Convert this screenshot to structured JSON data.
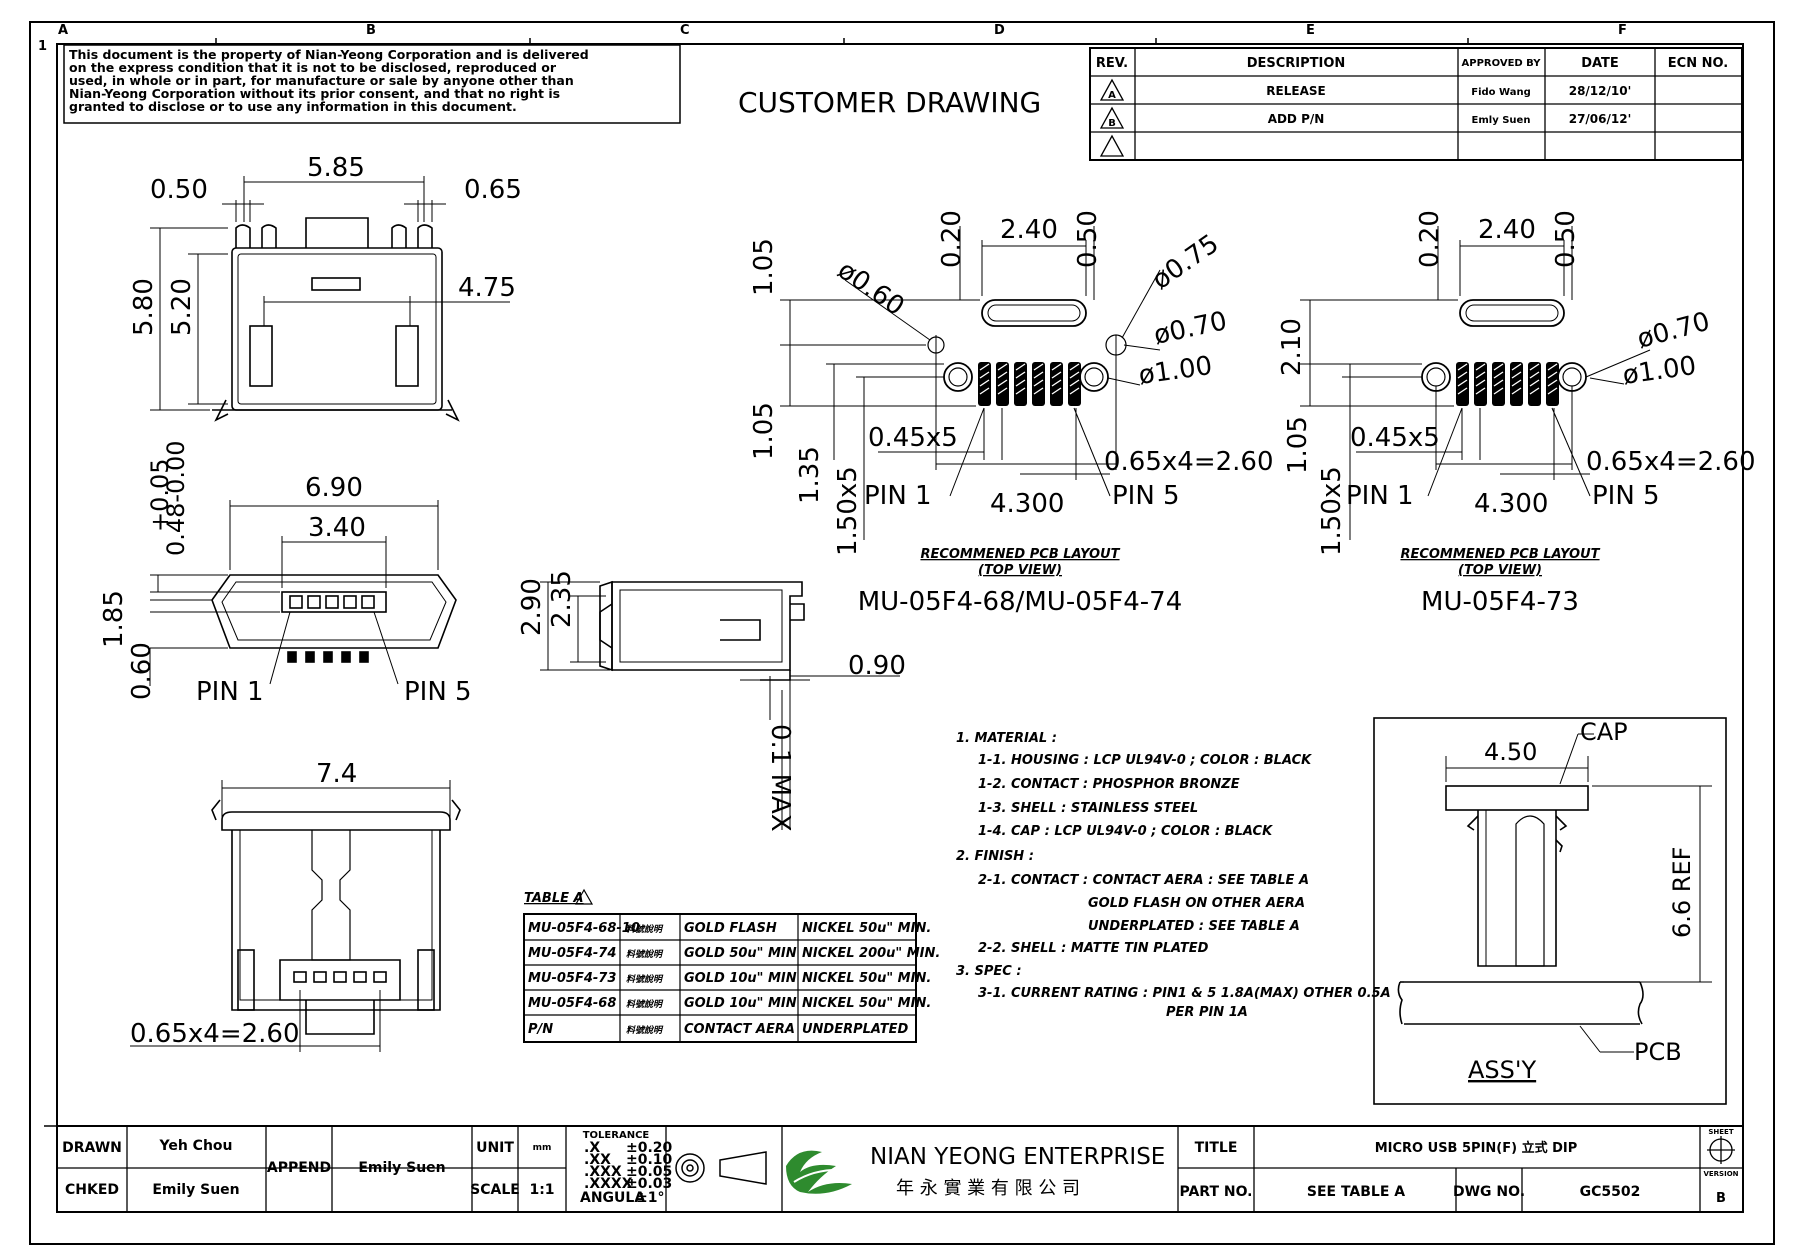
{
  "border": {
    "top_zones": [
      "A",
      "B",
      "C",
      "D",
      "E",
      "F"
    ],
    "left_zone": "1"
  },
  "disclaimer": [
    "This document is the property of Nian-Yeong Corporation and is delivered",
    "on  the  express condition that it is not to be disclosed, reproduced or",
    "used, in whole or in part, for manufacture or sale by anyone other than",
    "Nian-Yeong Corporation without  its prior consent, and that  no right  is",
    "granted to disclose or to use any information in this  document."
  ],
  "drawing_title": "CUSTOMER  DRAWING",
  "revision_table": {
    "headers": [
      "REV.",
      "DESCRIPTION",
      "APPROVED BY",
      "DATE",
      "ECN NO."
    ],
    "rows": [
      {
        "rev": "A",
        "description": "RELEASE",
        "approved": "Fido Wang",
        "date": "28/12/10'",
        "ecn": ""
      },
      {
        "rev": "B",
        "description": "ADD P/N",
        "approved": "Emly Suen",
        "date": "27/06/12'",
        "ecn": ""
      },
      {
        "rev": "",
        "description": "",
        "approved": "",
        "date": "",
        "ecn": ""
      }
    ]
  },
  "top_view": {
    "dim_width": "5.85",
    "dim_left": "0.50",
    "dim_right": "0.65",
    "dim_height_outer": "5.80",
    "dim_height_inner": "5.20",
    "dim_inner_width": "4.75"
  },
  "front_view": {
    "dim_tol": "+0.05",
    "dim_tol2": "0.48-0.00",
    "dim_outer": "6.90",
    "dim_inner": "3.40",
    "dim_height": "1.85",
    "dim_bottom": "0.60",
    "pin1": "PIN 1",
    "pin5": "PIN 5"
  },
  "side_view": {
    "dim_h1": "2.90",
    "dim_h2": "2.35",
    "dim_w": "0.90",
    "dim_max": "0.1 MAX"
  },
  "bottom_view": {
    "dim_width": "7.4",
    "dim_pitch": "0.65x4=2.60"
  },
  "pcb_layout_1": {
    "dims": {
      "top_v": "1.05",
      "hole_small": "ø0.60",
      "slot_left": "0.20",
      "slot_width": "2.40",
      "slot_right": "0.50",
      "hole_075": "ø0.75",
      "hole_070": "ø0.70",
      "hole_100": "ø1.00",
      "pad_width": "0.45x5",
      "bottom_v": "1.05",
      "v135": "1.35",
      "v150": "1.50x5",
      "pitch": "0.65x4=2.60",
      "span": "4.300"
    },
    "pin1": "PIN 1",
    "pin5": "PIN 5",
    "caption": "RECOMMENED PCB LAYOUT",
    "caption_sub": "(TOP VIEW)",
    "part": "MU-05F4-68/MU-05F4-74"
  },
  "pcb_layout_2": {
    "dims": {
      "slot_left": "0.20",
      "slot_width": "2.40",
      "slot_right": "0.50",
      "v210": "2.10",
      "hole_070": "ø0.70",
      "hole_100": "ø1.00",
      "pad_width": "0.45x5",
      "bottom_v": "1.05",
      "v150": "1.50x5",
      "pitch": "0.65x4=2.60",
      "span": "4.300"
    },
    "pin1": "PIN 1",
    "pin5": "PIN 5",
    "caption": "RECOMMENED PCB LAYOUT",
    "caption_sub": "(TOP VIEW)",
    "part": "MU-05F4-73"
  },
  "notes": [
    "1. MATERIAL :",
    "1-1. HOUSING : LCP UL94V-0 ; COLOR : BLACK",
    "1-2. CONTACT : PHOSPHOR BRONZE",
    "1-3. SHELL : STAINLESS STEEL",
    "1-4. CAP : LCP UL94V-0 ; COLOR : BLACK",
    "2. FINISH :",
    "2-1. CONTACT : CONTACT AERA : SEE TABLE A",
    "GOLD FLASH ON OTHER AERA",
    "UNDERPLATED : SEE TABLE A",
    "2-2. SHELL : MATTE TIN PLATED",
    "3. SPEC :",
    "3-1. CURRENT RATING : PIN1 & 5 1.8A(MAX) OTHER 0.5A",
    "PER PIN 1A"
  ],
  "table_a": {
    "title": "TABLE A",
    "rows": [
      [
        "MU-05F4-68-10",
        "料號說明",
        "GOLD FLASH",
        "NICKEL 50u\" MIN."
      ],
      [
        "MU-05F4-74",
        "料號說明",
        "GOLD 50u\" MIN",
        "NICKEL 200u\" MIN."
      ],
      [
        "MU-05F4-73",
        "料號說明",
        "GOLD 10u\" MIN",
        "NICKEL 50u\" MIN."
      ],
      [
        "MU-05F4-68",
        "料號說明",
        "GOLD 10u\" MIN",
        "NICKEL 50u\" MIN."
      ],
      [
        "P/N",
        "料號說明",
        "CONTACT AERA",
        "UNDERPLATED"
      ]
    ]
  },
  "assembly": {
    "cap": "CAP",
    "dim_width": "4.50",
    "dim_height": "6.6 REF",
    "pcb": "PCB",
    "label": "ASS'Y"
  },
  "title_block": {
    "drawn_label": "DRAWN",
    "drawn_value": "Yeh Chou",
    "checked_label": "CHKED",
    "checked_value": "Emily Suen",
    "append_label": "APPEND",
    "append_value": "Emily Suen",
    "unit_label": "UNIT",
    "unit_value": "mm",
    "scale_label": "SCALE",
    "scale_value": "1:1",
    "tolerance_label": "TOLERANCE",
    "tolerance": [
      [
        ".X",
        "±0.20"
      ],
      [
        ".XX",
        "±0.10"
      ],
      [
        ".XXX",
        "±0.05"
      ],
      [
        ".XXXX",
        "±0.03"
      ],
      [
        "ANGULA",
        "±1°"
      ]
    ],
    "company": "NIAN YEONG ENTERPRISE",
    "company_cn": "年 永 實 業 有 限 公 司",
    "title_label": "TITLE",
    "title_value": "MICRO USB 5PIN(F) 立式 DIP",
    "partno_label": "PART NO.",
    "partno_value": "SEE TABLE A",
    "dwgno_label": "DWG NO.",
    "dwgno_value": "GC5502",
    "sheet_label": "SHEET",
    "version_label": "VERSION",
    "version_value": "B"
  },
  "colors": {
    "line": "#000000",
    "logo_green": "#2e8b2e"
  }
}
